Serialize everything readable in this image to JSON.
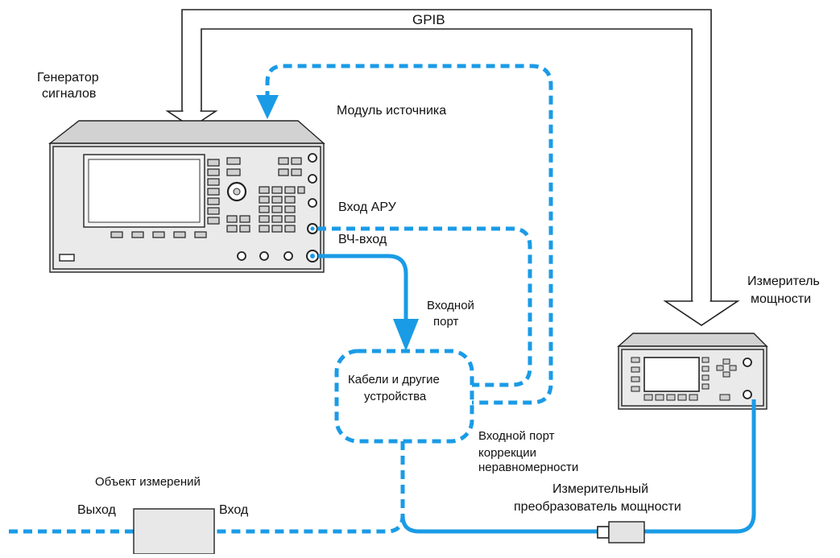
{
  "labels": {
    "gpib": "GPIB",
    "signal_generator_line1": "Генератор",
    "signal_generator_line2": "сигналов",
    "source_module": "Модуль источника",
    "alc_input": "Вход АРУ",
    "rf_input": "ВЧ-вход",
    "input_port_line1": "Входной",
    "input_port_line2": "порт",
    "cables_line1": "Кабели и другие",
    "cables_line2": "устройства",
    "flatness_port_line1": "Входной порт",
    "flatness_port_line2": "коррекции",
    "flatness_port_line3": "неравномерности",
    "power_meter_line1": "Измеритель",
    "power_meter_line2": "мощности",
    "dut": "Объект измерений",
    "dut_output": "Выход",
    "dut_input": "Вход",
    "power_sensor_line1": "Измерительный",
    "power_sensor_line2": "преобразователь мощности"
  },
  "colors": {
    "cable": "#1a9be6",
    "outline": "#222222",
    "instrument_body": "#e4e4e4",
    "instrument_top": "#cfcfcf",
    "screen": "#f5f5f5"
  }
}
